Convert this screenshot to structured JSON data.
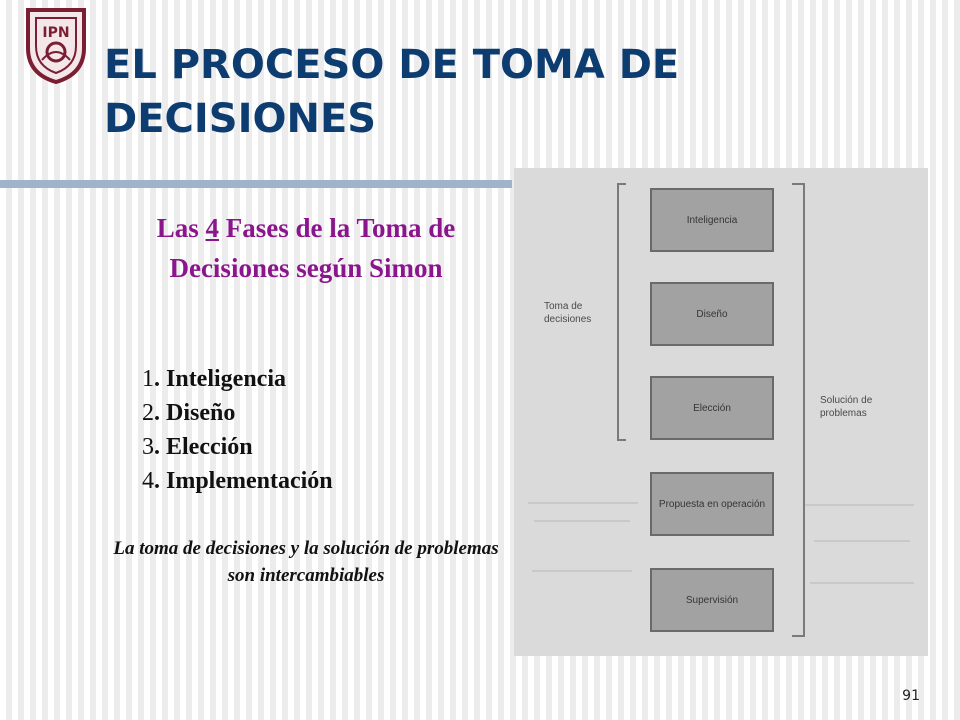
{
  "slide": {
    "logo_text": "IPN",
    "title": "EL PROCESO DE TOMA DE DECISIONES",
    "subtitle": {
      "before": "Las ",
      "number": "4",
      "after": " Fases de la Toma de Decisiones según Simon"
    },
    "phases": [
      {
        "num": "1",
        "label": "Inteligencia"
      },
      {
        "num": "2",
        "label": "Diseño"
      },
      {
        "num": "3",
        "label": "Elección"
      },
      {
        "num": "4",
        "label": "Implementación"
      }
    ],
    "note": "La toma de decisiones y la solución de problemas son intercambiables",
    "page_number": "91"
  },
  "figure": {
    "boxes": [
      "Inteligencia",
      "Diseño",
      "Elección",
      "Propuesta en operación",
      "Supervisión"
    ],
    "left_label": "Toma de decisiones",
    "right_label": "Solución de problemas"
  },
  "colors": {
    "title": "#0d3c70",
    "subtitle": "#8b158c",
    "logo": "#7b1e32",
    "rule": "#9fb3cb"
  }
}
